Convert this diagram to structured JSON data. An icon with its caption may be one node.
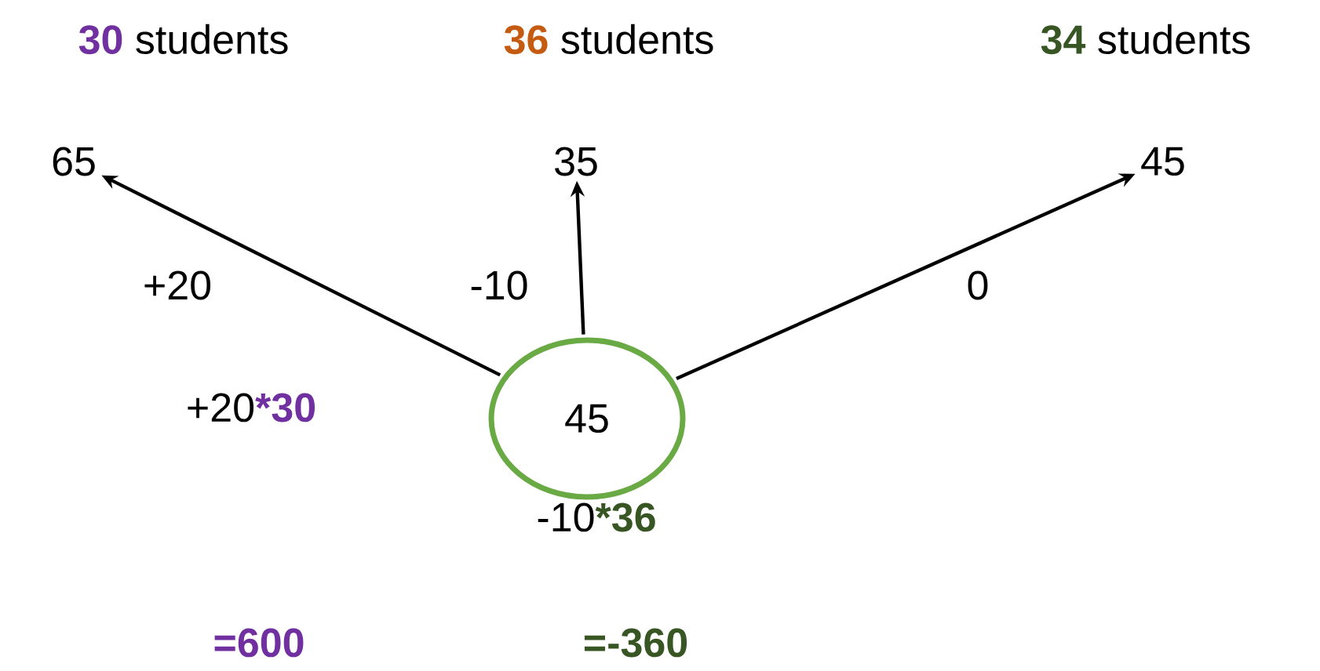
{
  "diagram": {
    "nodes": [
      {
        "text": [
          "65"
        ]
      },
      {
        "text": [
          "35"
        ]
      },
      {
        "text": [
          "45"
        ]
      },
      {
        "text": [
          "45"
        ]
      }
    ],
    "edges": [
      {
        "from": 3,
        "to": 0,
        "arrow": "to",
        "label": "+20"
      },
      {
        "from": 3,
        "to": 1,
        "arrow": "to",
        "label": "-10"
      },
      {
        "from": 3,
        "to": 2,
        "arrow": "to",
        "label": "0"
      }
    ],
    "labels": [
      "**30** students",
      "**36** students",
      "**34** students",
      "+20***30**",
      "-10***36**",
      "=600",
      "=-360"
    ]
  }
}
